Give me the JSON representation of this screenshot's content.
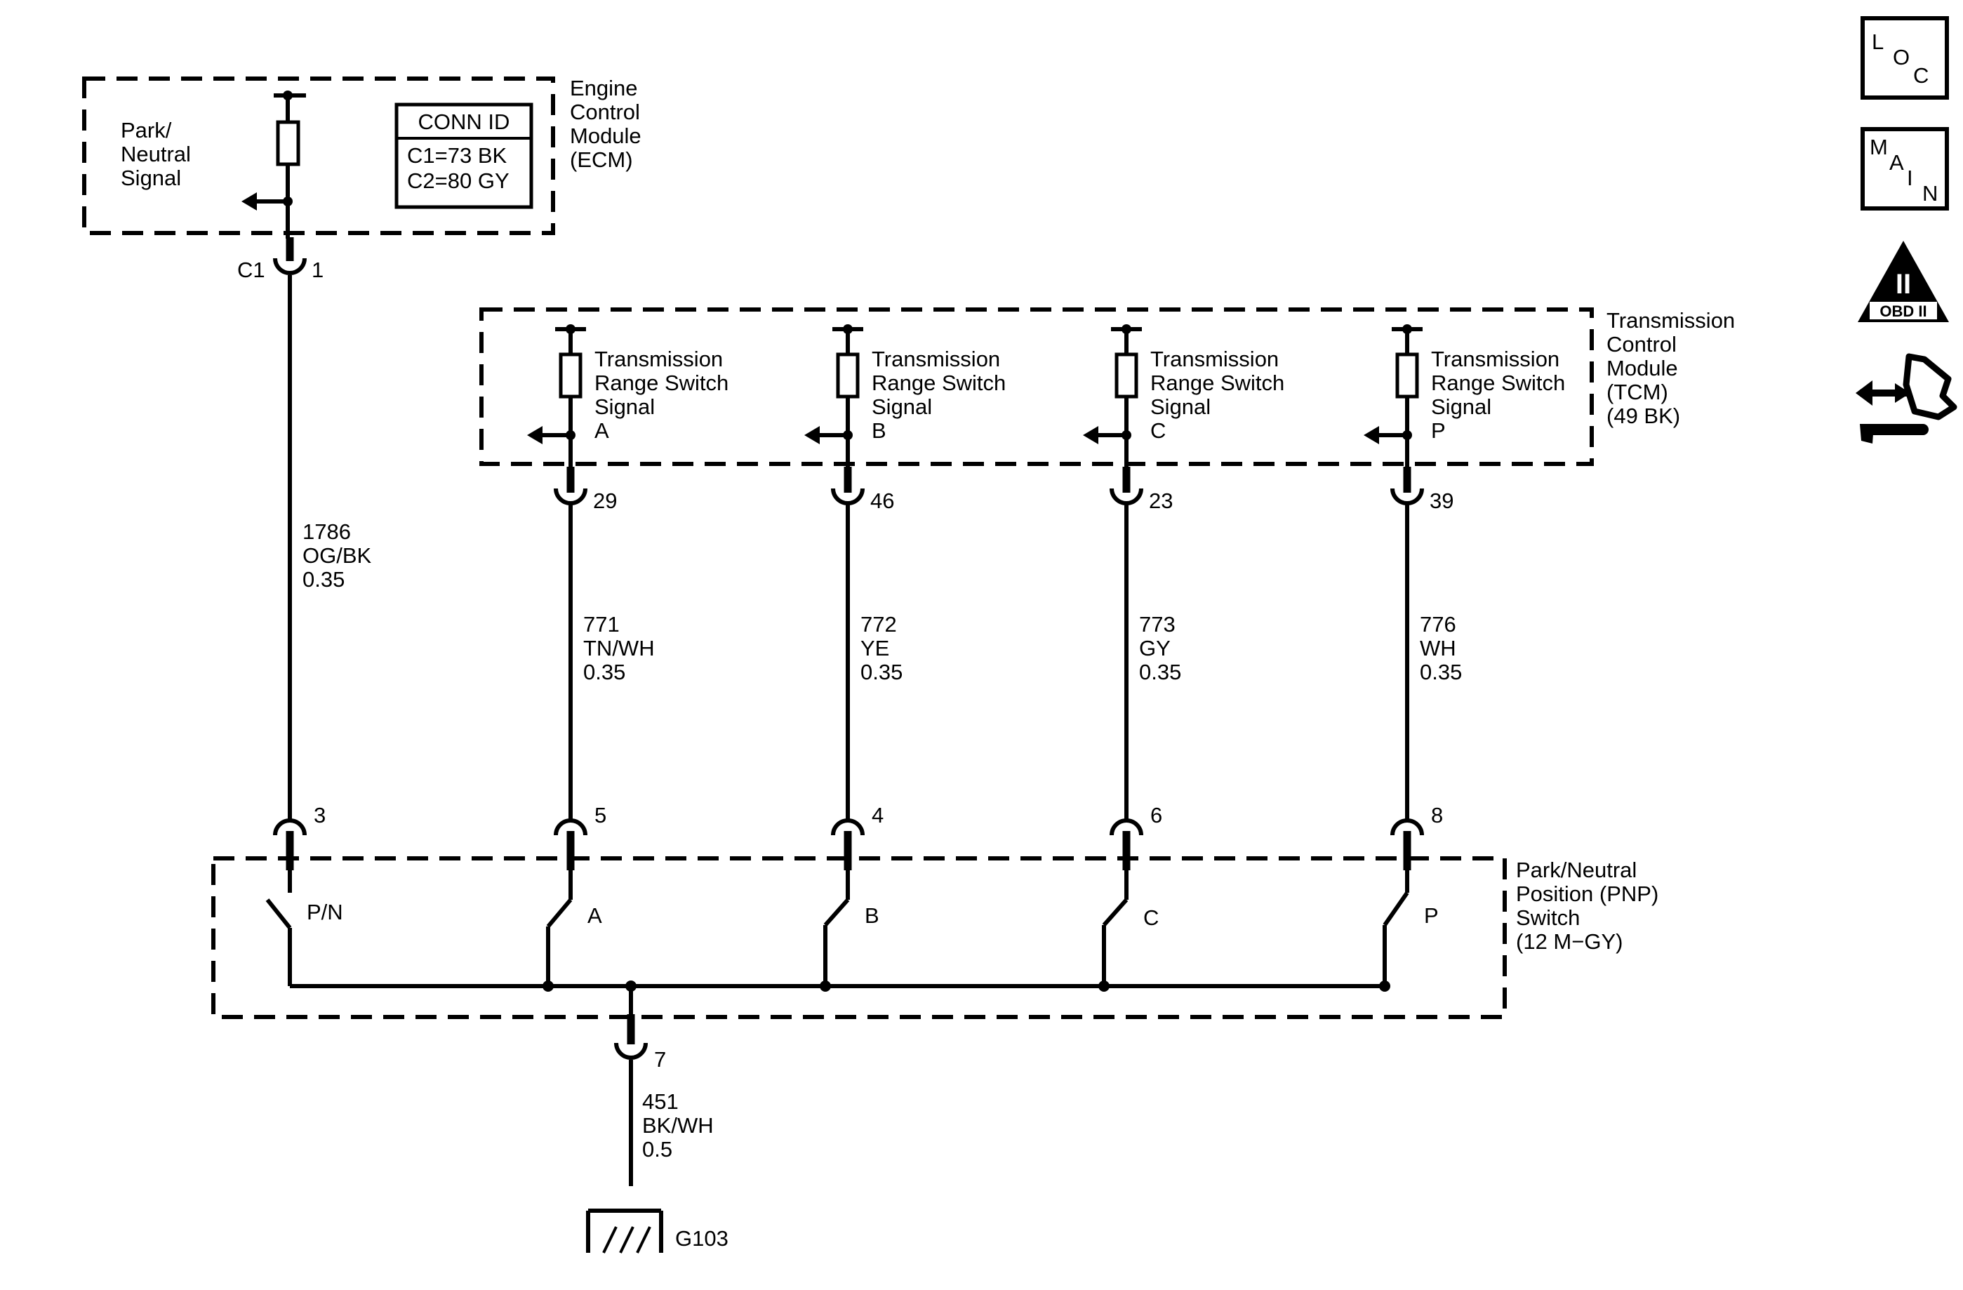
{
  "ecm": {
    "name": [
      "Engine",
      "Control",
      "Module",
      "(ECM)"
    ],
    "signal": [
      "Park/",
      "Neutral",
      "Signal"
    ],
    "conn_id": {
      "title": "CONN ID",
      "c1": "C1=73 BK",
      "c2": "C2=80 GY"
    },
    "connector": "C1",
    "pin": "1"
  },
  "tcm": {
    "name": [
      "Transmission",
      "Control",
      "Module",
      "(TCM)",
      "(49 BK)"
    ],
    "signals": [
      {
        "lines": [
          "Transmission",
          "Range Switch",
          "Signal",
          "A"
        ],
        "pin": "29"
      },
      {
        "lines": [
          "Transmission",
          "Range Switch",
          "Signal",
          "B"
        ],
        "pin": "46"
      },
      {
        "lines": [
          "Transmission",
          "Range Switch",
          "Signal",
          "C"
        ],
        "pin": "23"
      },
      {
        "lines": [
          "Transmission",
          "Range Switch",
          "Signal",
          "P"
        ],
        "pin": "39"
      }
    ]
  },
  "wires": [
    {
      "circuit": "1786",
      "color": "OG/BK",
      "gauge": "0.35"
    },
    {
      "circuit": "771",
      "color": "TN/WH",
      "gauge": "0.35"
    },
    {
      "circuit": "772",
      "color": "YE",
      "gauge": "0.35"
    },
    {
      "circuit": "773",
      "color": "GY",
      "gauge": "0.35"
    },
    {
      "circuit": "776",
      "color": "WH",
      "gauge": "0.35"
    }
  ],
  "pnp": {
    "name": [
      "Park/Neutral",
      "Position (PNP)",
      "Switch",
      "(12 M−GY)"
    ],
    "pins": [
      "3",
      "5",
      "4",
      "6",
      "8"
    ],
    "switches": [
      "P/N",
      "A",
      "B",
      "C",
      "P"
    ],
    "ground_pin": "7"
  },
  "ground_wire": {
    "circuit": "451",
    "color": "BK/WH",
    "gauge": "0.5"
  },
  "ground": "G103",
  "nav_icons": [
    {
      "name": "loc-icon",
      "letters": [
        "L",
        "O",
        "C"
      ]
    },
    {
      "name": "main-icon",
      "letters": [
        "M",
        "A",
        "I",
        "N"
      ]
    },
    {
      "name": "obd-ii-icon",
      "letters": [
        "II",
        "OBD II"
      ]
    },
    {
      "name": "connector-tool-icon"
    }
  ]
}
